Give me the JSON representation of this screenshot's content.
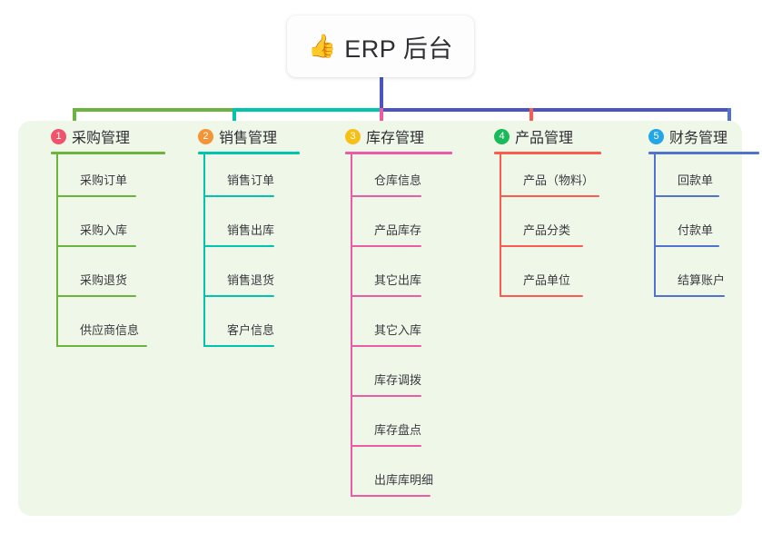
{
  "diagram": {
    "type": "mind-map",
    "background_color": "#ffffff",
    "panel_color": "#eff7e9",
    "root": {
      "icon": "thumbs-up-icon",
      "emoji": "👍",
      "title": "ERP 后台",
      "stem_color": "#4a55c2"
    },
    "trunk": {
      "segments": [
        {
          "color": "#6cb33f"
        },
        {
          "color": "#00c4ab"
        },
        {
          "color": "#4a55c2"
        }
      ]
    },
    "branches": [
      {
        "index": "1",
        "title": "采购管理",
        "badge_color": "#f0546d",
        "line_color": "#6cb33f",
        "items": [
          "采购订单",
          "采购入库",
          "采购退货",
          "供应商信息"
        ]
      },
      {
        "index": "2",
        "title": "销售管理",
        "badge_color": "#f59435",
        "line_color": "#00c4ab",
        "items": [
          "销售订单",
          "销售出库",
          "销售退货",
          "客户信息"
        ]
      },
      {
        "index": "3",
        "title": "库存管理",
        "badge_color": "#f6c014",
        "line_color": "#ec5ba6",
        "items": [
          "仓库信息",
          "产品库存",
          "其它出库",
          "其它入库",
          "库存调拨",
          "库存盘点",
          "出库库明细"
        ]
      },
      {
        "index": "4",
        "title": "产品管理",
        "badge_color": "#1aba5a",
        "line_color": "#fa5c4f",
        "items": [
          "产品（物料）",
          "产品分类",
          "产品单位"
        ]
      },
      {
        "index": "5",
        "title": "财务管理",
        "badge_color": "#23a6e8",
        "line_color": "#5272cf",
        "items": [
          "回款单",
          "付款单",
          "结算账户"
        ]
      }
    ]
  }
}
